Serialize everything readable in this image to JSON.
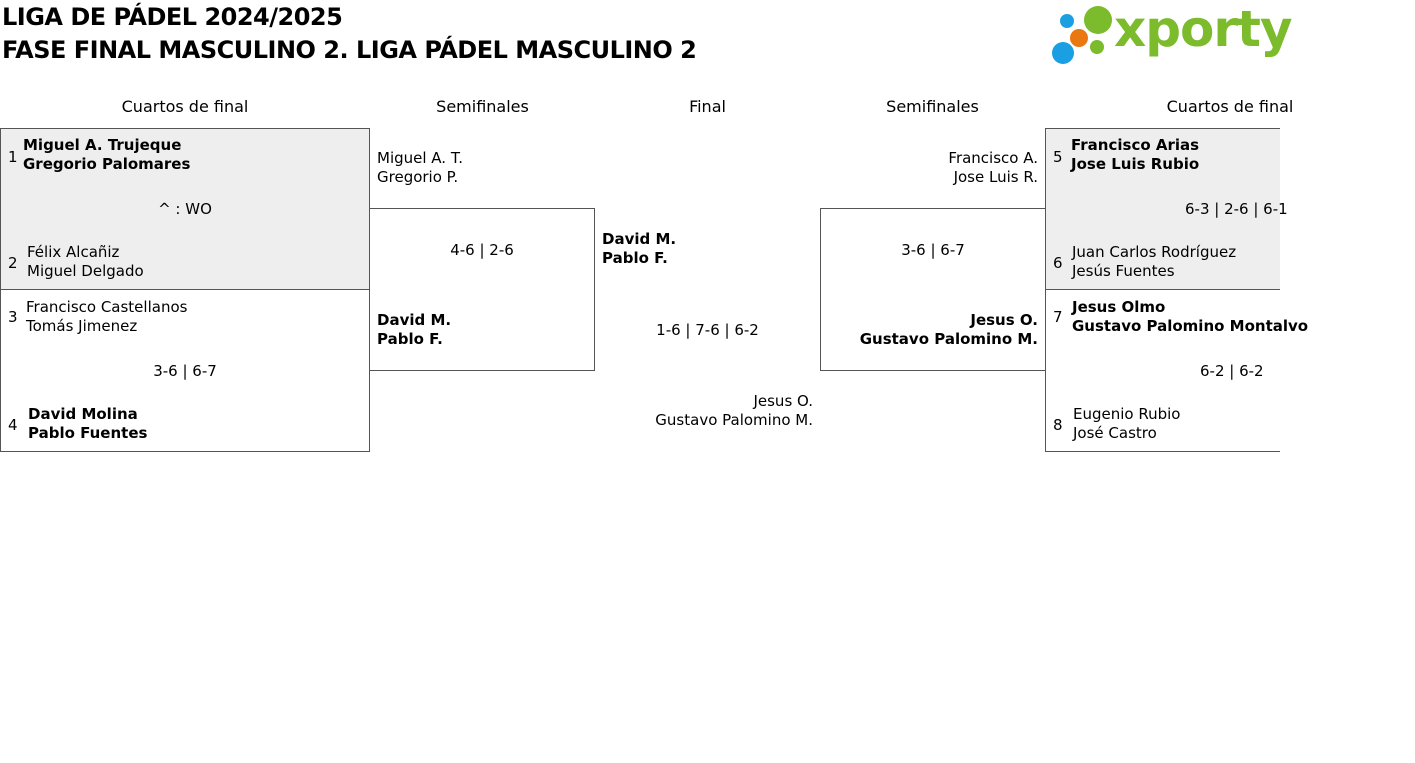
{
  "header": {
    "title_line1": "LIGA DE PÁDEL 2024/2025",
    "title_line2": "FASE FINAL MASCULINO 2. LIGA PÁDEL MASCULINO 2",
    "logo_text": "xporty",
    "logo_colors": {
      "green": "#7cbb2c",
      "blue": "#1aa0e2",
      "orange": "#e8780f"
    }
  },
  "columns": {
    "qf_left": "Cuartos de final",
    "sf_left": "Semifinales",
    "final": "Final",
    "sf_right": "Semifinales",
    "qf_right": "Cuartos de final"
  },
  "quarterfinals": [
    {
      "top": {
        "seed": "1",
        "p1": "Miguel A. Trujeque",
        "p2": "Gregorio Palomares",
        "winner": true
      },
      "score": "^ : WO",
      "bottom": {
        "seed": "2",
        "p1": "Félix Alcañiz",
        "p2": "Miguel Delgado",
        "winner": false
      }
    },
    {
      "top": {
        "seed": "3",
        "p1": "Francisco Castellanos",
        "p2": "Tomás Jimenez",
        "winner": false
      },
      "score": "3-6 | 6-7",
      "bottom": {
        "seed": "4",
        "p1": "David Molina",
        "p2": "Pablo Fuentes",
        "winner": true
      }
    },
    {
      "top": {
        "seed": "5",
        "p1": "Francisco Arias",
        "p2": "Jose Luis Rubio",
        "winner": true
      },
      "score": "6-3 | 2-6 | 6-1",
      "bottom": {
        "seed": "6",
        "p1": "Juan Carlos Rodríguez",
        "p2": "Jesús Fuentes",
        "winner": false
      }
    },
    {
      "top": {
        "seed": "7",
        "p1": "Jesus Olmo",
        "p2": "Gustavo Palomino Montalvo",
        "winner": true
      },
      "score": "6-2 | 6-2",
      "bottom": {
        "seed": "8",
        "p1": "Eugenio Rubio",
        "p2": "José Castro",
        "winner": false
      }
    }
  ],
  "semifinals": [
    {
      "top": {
        "p1": "Miguel A. T.",
        "p2": "Gregorio P."
      },
      "score": "4-6 | 2-6",
      "bottom": {
        "p1": "David M.",
        "p2": "Pablo F."
      }
    },
    {
      "top": {
        "p1": "Francisco A.",
        "p2": "Jose Luis R."
      },
      "score": "3-6 | 6-7",
      "bottom": {
        "p1": "Jesus O.",
        "p2": "Gustavo Palomino M."
      }
    }
  ],
  "final": {
    "top": {
      "p1": "David M.",
      "p2": "Pablo F."
    },
    "score": "1-6 | 7-6 | 6-2",
    "bottom": {
      "p1": "Jesus O.",
      "p2": "Gustavo Palomino M."
    }
  }
}
